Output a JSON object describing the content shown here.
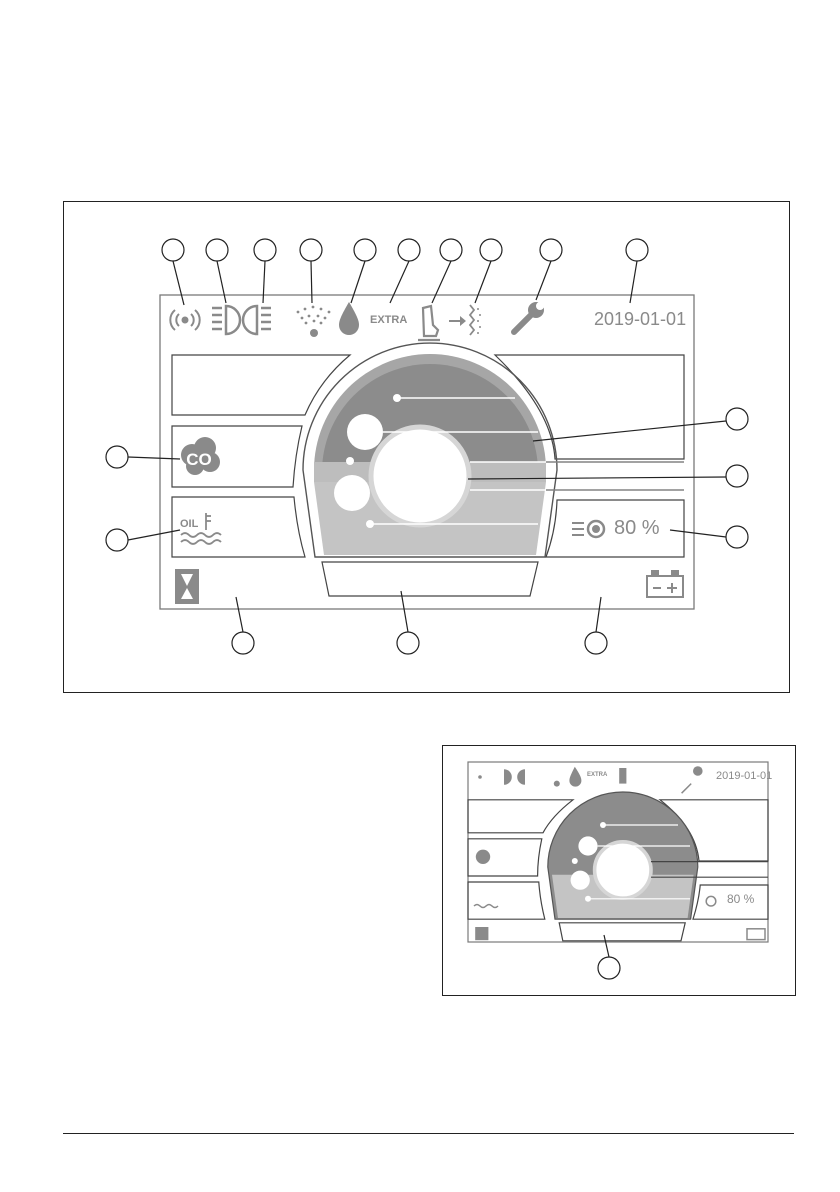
{
  "display": {
    "date": "2019-01-01",
    "extra_label": "EXTRA",
    "brush_pressure": "80 %",
    "co_label": "CO",
    "oil_label": "OIL"
  },
  "colors": {
    "gauge_dark": "#8c8c8c",
    "gauge_mid": "#a6a6a6",
    "gauge_light": "#c4c4c4",
    "icon_gray": "#8a8a8a",
    "frame_gray": "#7a7a7a"
  },
  "icons": [
    "signal-icon",
    "low-beam-icon",
    "high-beam-icon",
    "spray-icon",
    "water-drop-icon",
    "extra-label",
    "seat-occupancy-icon",
    "dust-filter-icon",
    "wrench-icon",
    "date-display",
    "co-icon",
    "oil-temperature-icon",
    "brush-pressure-icon",
    "hour-meter-icon",
    "battery-icon"
  ]
}
